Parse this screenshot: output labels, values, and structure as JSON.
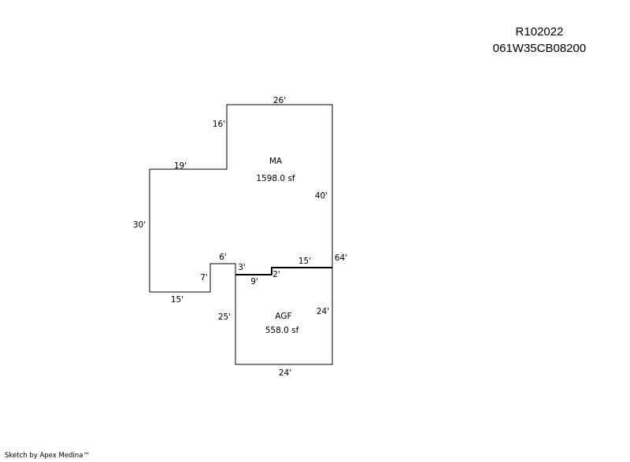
{
  "header": {
    "parcel_id": "R102022",
    "map_number": "061W35CB08200"
  },
  "areas": [
    {
      "code": "MA",
      "size": "1598.0 sf"
    },
    {
      "code": "AGF",
      "size": "558.0 sf"
    }
  ],
  "dimensions": {
    "ma_top": "26'",
    "ma_left_upper": "16'",
    "ma_step_top": "19'",
    "ma_right": "40'",
    "ma_left": "30'",
    "ma_bottom_left": "15'",
    "notch_side": "7'",
    "notch_top": "6'",
    "junction": "3'",
    "divider_low": "9'",
    "divider_step": "2'",
    "divider_high": "15'",
    "total_right": "64'",
    "agf_left": "25'",
    "agf_right": "24'",
    "agf_bottom": "24'"
  },
  "footer": {
    "credit": "Sketch by Apex Medina™"
  }
}
